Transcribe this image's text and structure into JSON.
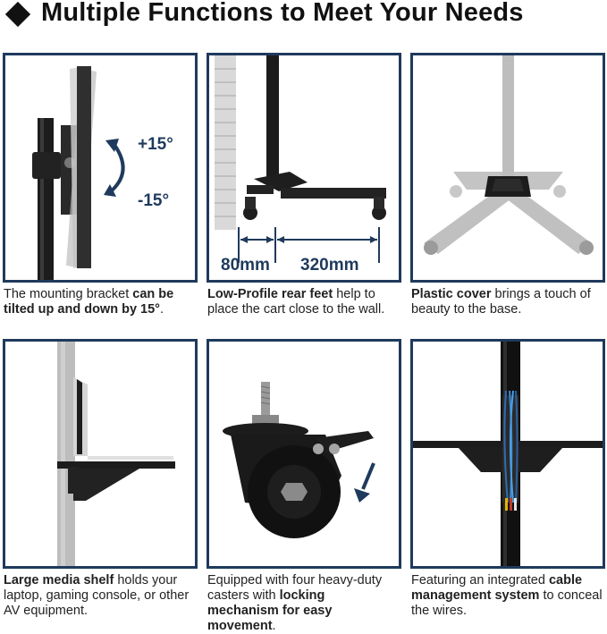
{
  "header": {
    "title": "Multiple Functions to Meet Your Needs"
  },
  "panels": [
    {
      "labels": {
        "up": "+15°",
        "down": "-15°"
      },
      "caption": {
        "p1": "The mounting bracket ",
        "b1": "can be tilted up and down by 15°",
        "p2": "."
      }
    },
    {
      "labels": {
        "left": "80mm",
        "right": "320mm"
      },
      "caption": {
        "b1": "Low-Profile rear feet",
        "p1": " help to place the cart close to the wall."
      }
    },
    {
      "caption": {
        "b1": "Plastic cover",
        "p1": " brings a touch of beauty to the base."
      }
    },
    {
      "caption": {
        "b1": "Large media shelf",
        "p1": " holds your laptop, gaming console, or other AV equipment."
      }
    },
    {
      "caption": {
        "p1": "Equipped with four heavy-duty casters with ",
        "b1": "locking mechanism for easy movement",
        "p2": "."
      }
    },
    {
      "caption": {
        "p1": "Featuring an integrated ",
        "b1": "cable management system",
        "p2": " to conceal the wires."
      }
    }
  ],
  "colors": {
    "frame": "#1f3a5c",
    "arrow": "#1f3a5c",
    "steel": "#1c1c1c",
    "grey_part": "#bdbdbd"
  }
}
